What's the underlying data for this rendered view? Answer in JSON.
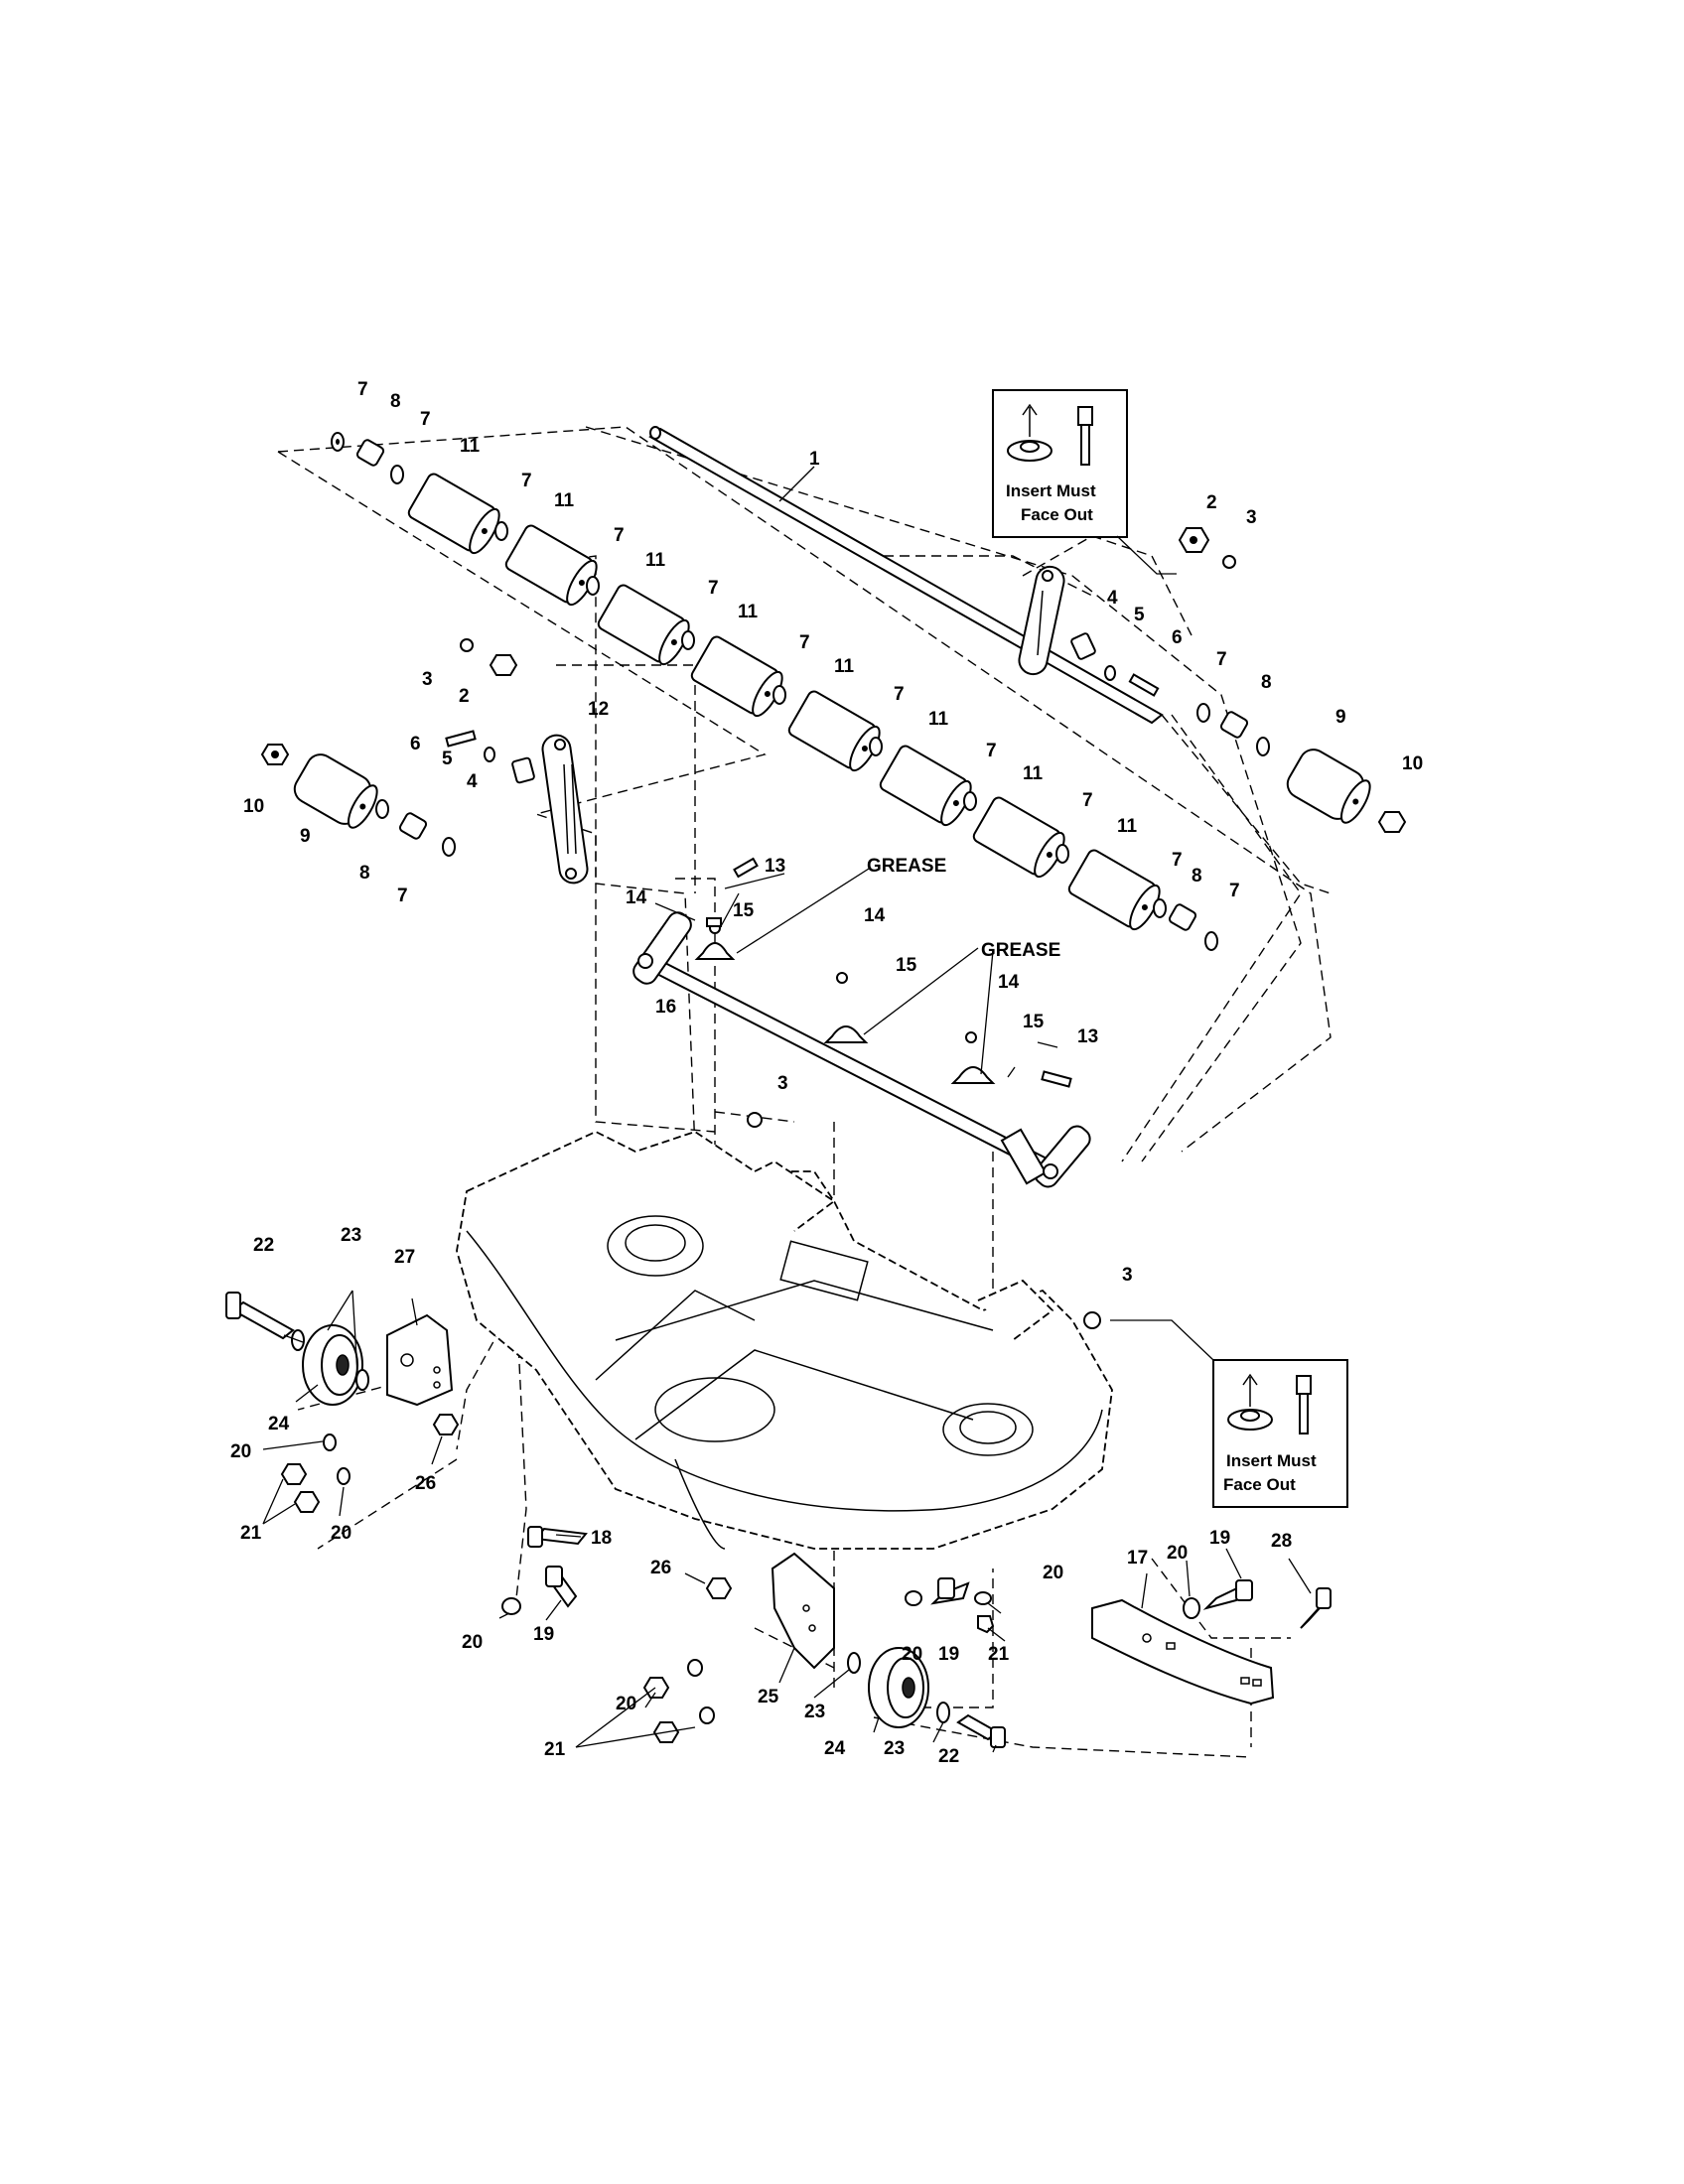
{
  "notes": {
    "grease_label": "GREASE",
    "insert_note_line1": "Insert Must",
    "insert_note_line2": "Face Out"
  },
  "callout_numbers": [
    "1",
    "2",
    "3",
    "4",
    "5",
    "6",
    "7",
    "8",
    "9",
    "10",
    "11",
    "12",
    "13",
    "14",
    "15",
    "16",
    "17",
    "18",
    "19",
    "20",
    "21",
    "22",
    "23",
    "24",
    "25",
    "26",
    "27",
    "28"
  ]
}
